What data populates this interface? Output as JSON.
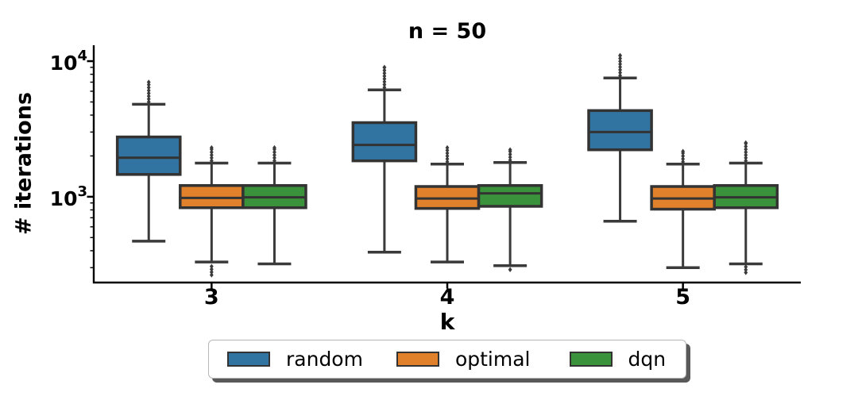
{
  "chart_data": {
    "type": "grouped_boxplot",
    "title": "n = 50",
    "xlabel": "k",
    "ylabel": "# iterations",
    "yscale": "log",
    "ylim": [
      233,
      13100
    ],
    "grid": false,
    "legend_position": "bottom-center",
    "categories": [
      "3",
      "4",
      "5"
    ],
    "yticks_major": [
      1000,
      10000
    ],
    "ytick_labels": [
      {
        "base": "10",
        "exp": "3"
      },
      {
        "base": "10",
        "exp": "4"
      }
    ],
    "colors": {
      "box_edge": "#333333",
      "whisker": "#3a3a3a",
      "flier": "#3a3a3a",
      "spine": "#000000",
      "text": "#000000",
      "legend_border": "#b7b7b7",
      "legend_shadow": "#595959"
    },
    "series": [
      {
        "name": "random",
        "color": "#3274a1",
        "boxes": [
          {
            "category": "3",
            "whisker_lo": 470,
            "q1": 1460,
            "median": 1940,
            "q3": 2760,
            "whisker_hi": 4810,
            "fliers_hi": 7000
          },
          {
            "category": "4",
            "whisker_lo": 390,
            "q1": 1840,
            "median": 2410,
            "q3": 3520,
            "whisker_hi": 6140,
            "fliers_hi": 9000
          },
          {
            "category": "5",
            "whisker_lo": 660,
            "q1": 2220,
            "median": 3000,
            "q3": 4320,
            "whisker_hi": 7520,
            "fliers_hi": 11000
          }
        ]
      },
      {
        "name": "optimal",
        "color": "#e1812c",
        "boxes": [
          {
            "category": "3",
            "whisker_lo": 330,
            "q1": 830,
            "median": 980,
            "q3": 1210,
            "whisker_hi": 1770,
            "fliers_hi": 2300,
            "fliers_lo": 265
          },
          {
            "category": "4",
            "whisker_lo": 330,
            "q1": 820,
            "median": 970,
            "q3": 1190,
            "whisker_hi": 1740,
            "fliers_hi": 2300
          },
          {
            "category": "5",
            "whisker_lo": 300,
            "q1": 810,
            "median": 970,
            "q3": 1190,
            "whisker_hi": 1740,
            "fliers_hi": 2160
          }
        ]
      },
      {
        "name": "dqn",
        "color": "#3a923a",
        "boxes": [
          {
            "category": "3",
            "whisker_lo": 320,
            "q1": 830,
            "median": 990,
            "q3": 1210,
            "whisker_hi": 1770,
            "fliers_hi": 2300
          },
          {
            "category": "4",
            "whisker_lo": 310,
            "q1": 850,
            "median": 1060,
            "q3": 1210,
            "whisker_hi": 1790,
            "fliers_hi": 2220,
            "fliers_lo": 290
          },
          {
            "category": "5",
            "whisker_lo": 320,
            "q1": 830,
            "median": 990,
            "q3": 1210,
            "whisker_hi": 1770,
            "fliers_hi": 2500,
            "fliers_lo": 276
          }
        ]
      }
    ]
  }
}
